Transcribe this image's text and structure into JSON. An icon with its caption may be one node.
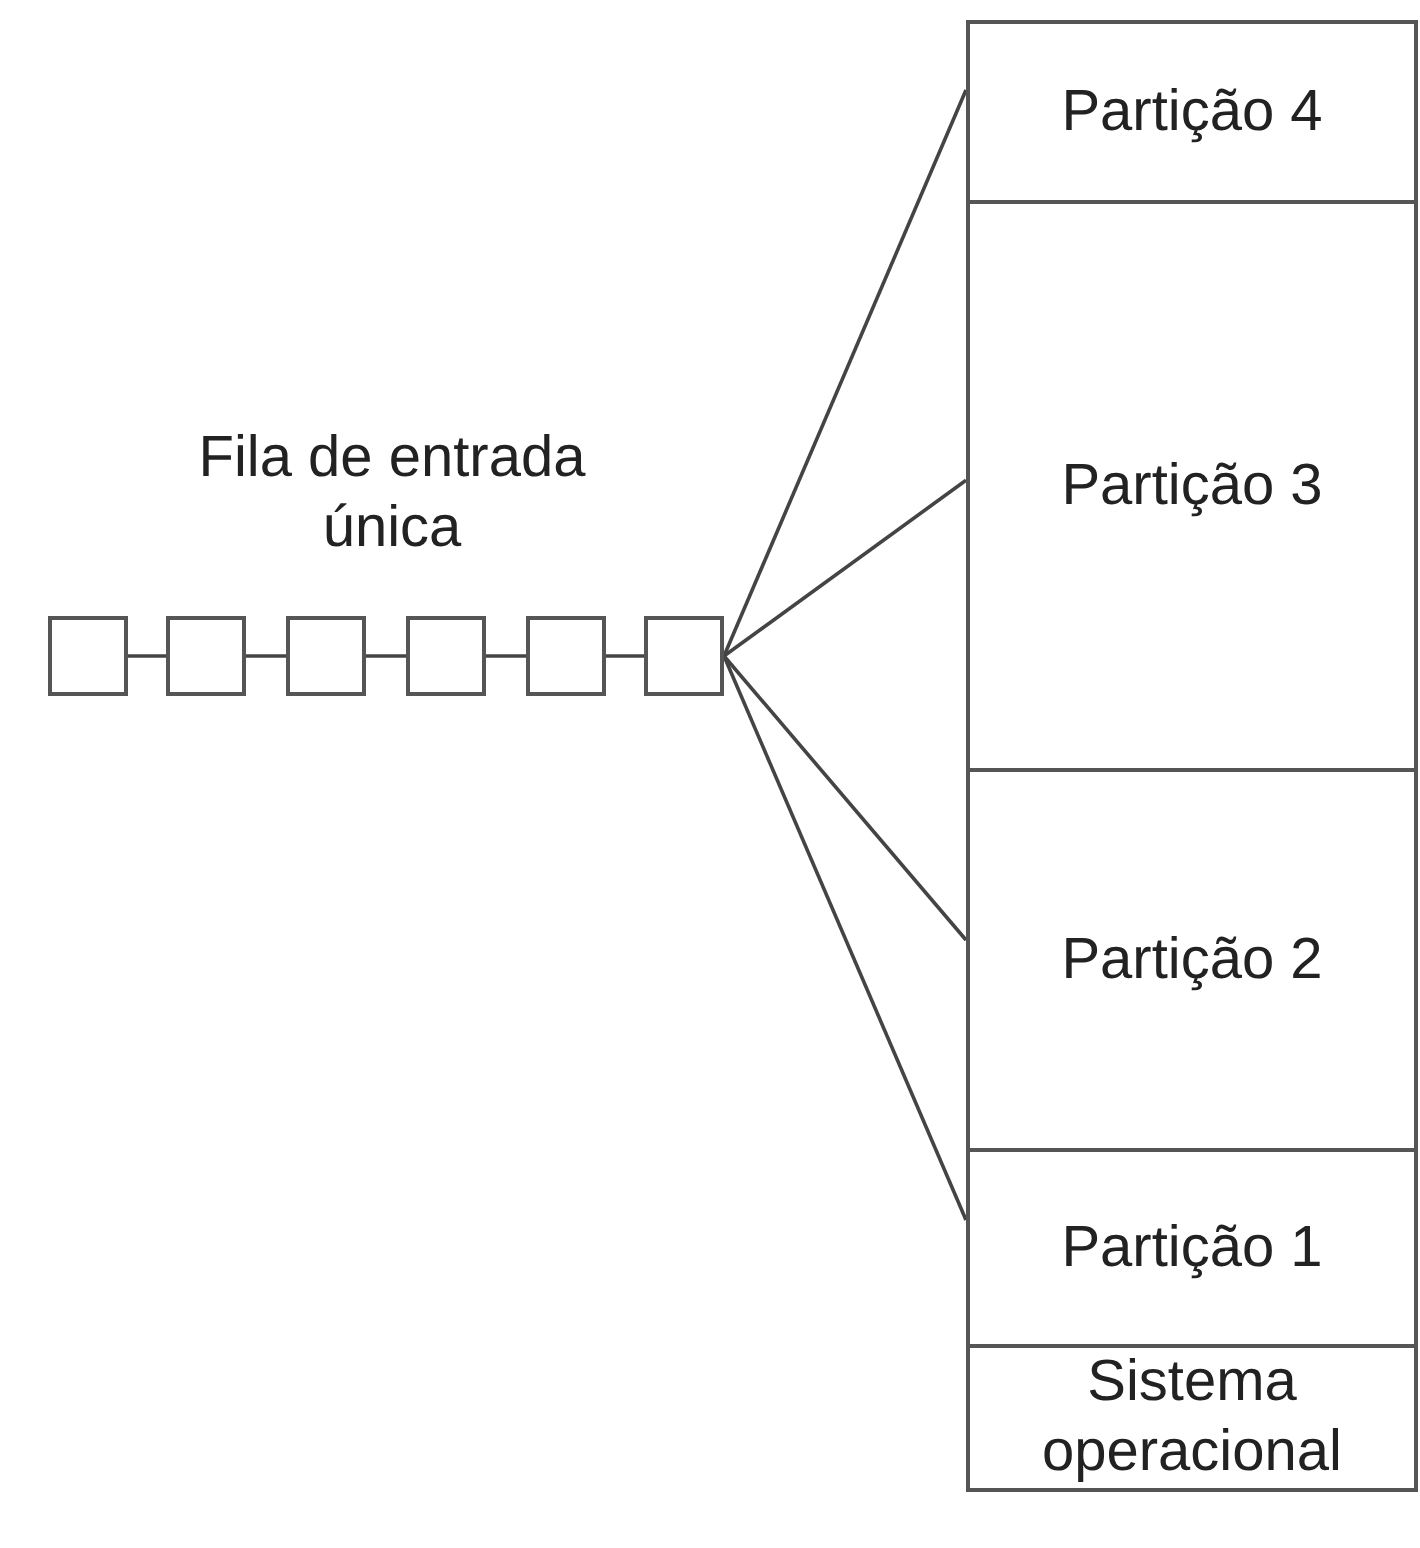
{
  "diagram": {
    "nodes": [
      {
        "text": [
          "Partição 4"
        ]
      },
      {
        "text": [
          "Partição 3"
        ]
      },
      {
        "text": [
          "Partição 2"
        ]
      },
      {
        "text": [
          "Partição 1"
        ]
      },
      {
        "text": [
          "Sistema operacional"
        ]
      },
      {
        "text": [],
        "shape": "box"
      },
      {
        "text": [],
        "shape": "box"
      },
      {
        "text": [],
        "shape": "box"
      },
      {
        "text": [],
        "shape": "box"
      },
      {
        "text": [],
        "shape": "box"
      },
      {
        "text": [],
        "shape": "box"
      }
    ],
    "edges": [
      {
        "from": 5,
        "to": 6,
        "arrow": "none"
      },
      {
        "from": 6,
        "to": 7,
        "arrow": "none"
      },
      {
        "from": 7,
        "to": 8,
        "arrow": "none"
      },
      {
        "from": 8,
        "to": 9,
        "arrow": "none"
      },
      {
        "from": 9,
        "to": 10,
        "arrow": "none"
      },
      {
        "from": 10,
        "to": 0,
        "arrow": "none"
      },
      {
        "from": 10,
        "to": 1,
        "arrow": "none"
      },
      {
        "from": 10,
        "to": 2,
        "arrow": "none"
      },
      {
        "from": 10,
        "to": 3,
        "arrow": "none"
      }
    ],
    "labels": [
      "Fila de entrada única"
    ]
  }
}
